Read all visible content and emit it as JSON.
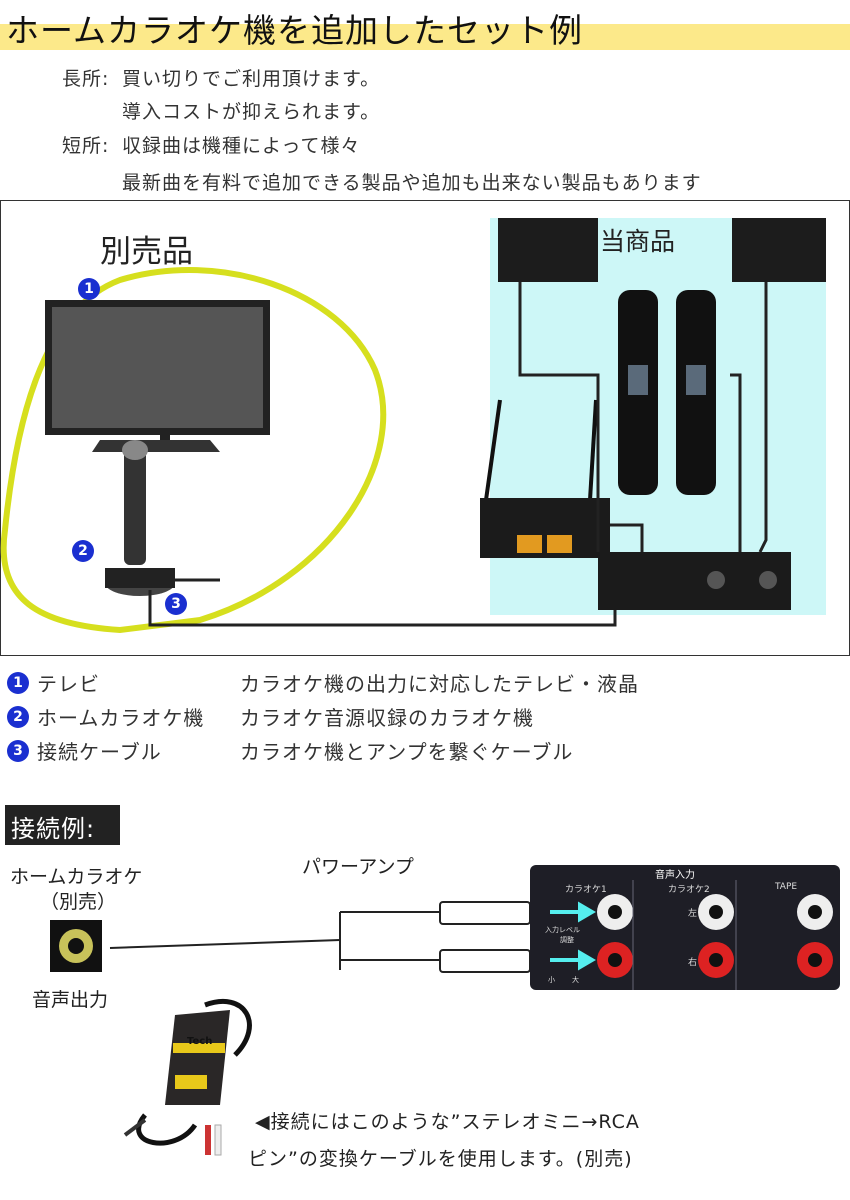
{
  "title": "ホームカラオケ機を追加したセット例",
  "pros_cons": {
    "pros_label": "長所:",
    "pros_1": "買い切りでご利用頂けます。",
    "pros_2": "導入コストが抑えられます。",
    "cons_label": "短所:",
    "cons_1": "収録曲は機種によって様々",
    "cons_2": "最新曲を有料で追加できる製品や追加も出来ない製品もあります"
  },
  "diagram": {
    "sold_separately": "別売品",
    "this_product": "当商品",
    "markers": [
      "1",
      "2",
      "3"
    ]
  },
  "legend": [
    {
      "num": "1",
      "name": "テレビ",
      "desc": "カラオケ機の出力に対応したテレビ・液晶"
    },
    {
      "num": "2",
      "name": "ホームカラオケ機",
      "desc": "カラオケ音源収録のカラオケ機"
    },
    {
      "num": "3",
      "name": "接続ケーブル",
      "desc": "カラオケ機とアンプを繋ぐケーブル"
    }
  ],
  "connection": {
    "heading": "接続例:",
    "source_label": "ホームカラオケ",
    "source_sub": "（別売）",
    "output_label": "音声出力",
    "amp_label": "パワーアンプ",
    "panel": {
      "title": "音声入力",
      "cols": [
        "カラオケ1",
        "カラオケ2",
        "TAPE"
      ],
      "left": "左",
      "right": "右",
      "level": "入力レベル",
      "adjust": "調整",
      "small": "小",
      "large": "大"
    },
    "cable_brand": "Tech",
    "note_1": "◀接続にはこのような”ステレオミニ→RCA",
    "note_2": "ピン”の変換ケーブルを使用します。(別売)"
  },
  "colors": {
    "highlight": "#fce98a",
    "marker": "#1a2fd0",
    "area": "#cdf7f7",
    "circle": "#d6df1e"
  }
}
